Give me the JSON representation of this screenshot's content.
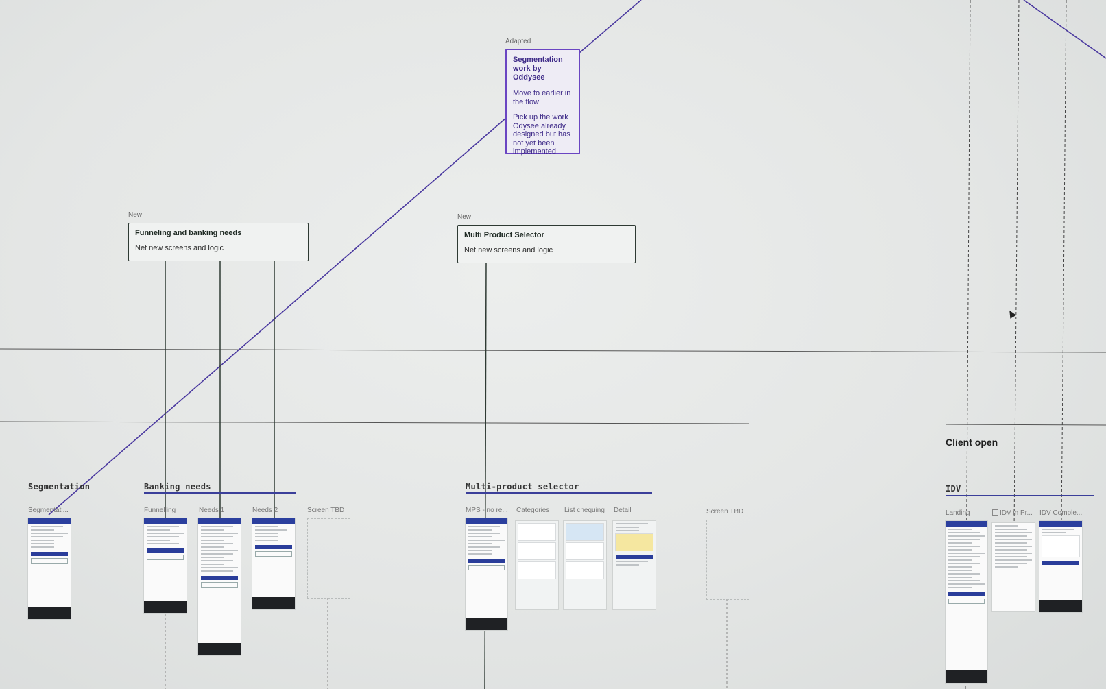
{
  "tags": {
    "adapted": "Adapted",
    "new_funneling": "New",
    "new_mps": "New"
  },
  "cards": {
    "segmentation": {
      "title": "Segmentation work by Oddysee",
      "note1": "Move to earlier in the flow",
      "note2": "Pick up the work Odysee already designed but has not yet been implemented"
    },
    "funneling": {
      "title": "Funneling and banking needs",
      "subtitle": "Net new screens and logic"
    },
    "mps": {
      "title": "Multi Product Selector",
      "subtitle": "Net new screens and logic"
    }
  },
  "sections": {
    "segmentation": "Segmentation",
    "banking_needs": "Banking needs",
    "multi_product": "Multi-product selector",
    "idv": "IDV",
    "client_open": "Client open"
  },
  "frames": {
    "segmentation": [
      "Segmentati..."
    ],
    "banking": [
      "Funnelling",
      "Needs 1",
      "Needs 2",
      "Screen TBD"
    ],
    "mps": [
      "MPS - no re...",
      "Categories",
      "List chequing",
      "Detail",
      "Screen TBD"
    ],
    "idv": [
      "Landing",
      "IDV in Pr...",
      "IDV Comple..."
    ]
  },
  "colors": {
    "connector_purple": "#4b3aa0",
    "section_rule": "#3b3f9a",
    "card_border": "#2e3a33",
    "purple_border": "#6a45c2"
  },
  "icons": [
    "cursor-icon",
    "frame-icon"
  ]
}
